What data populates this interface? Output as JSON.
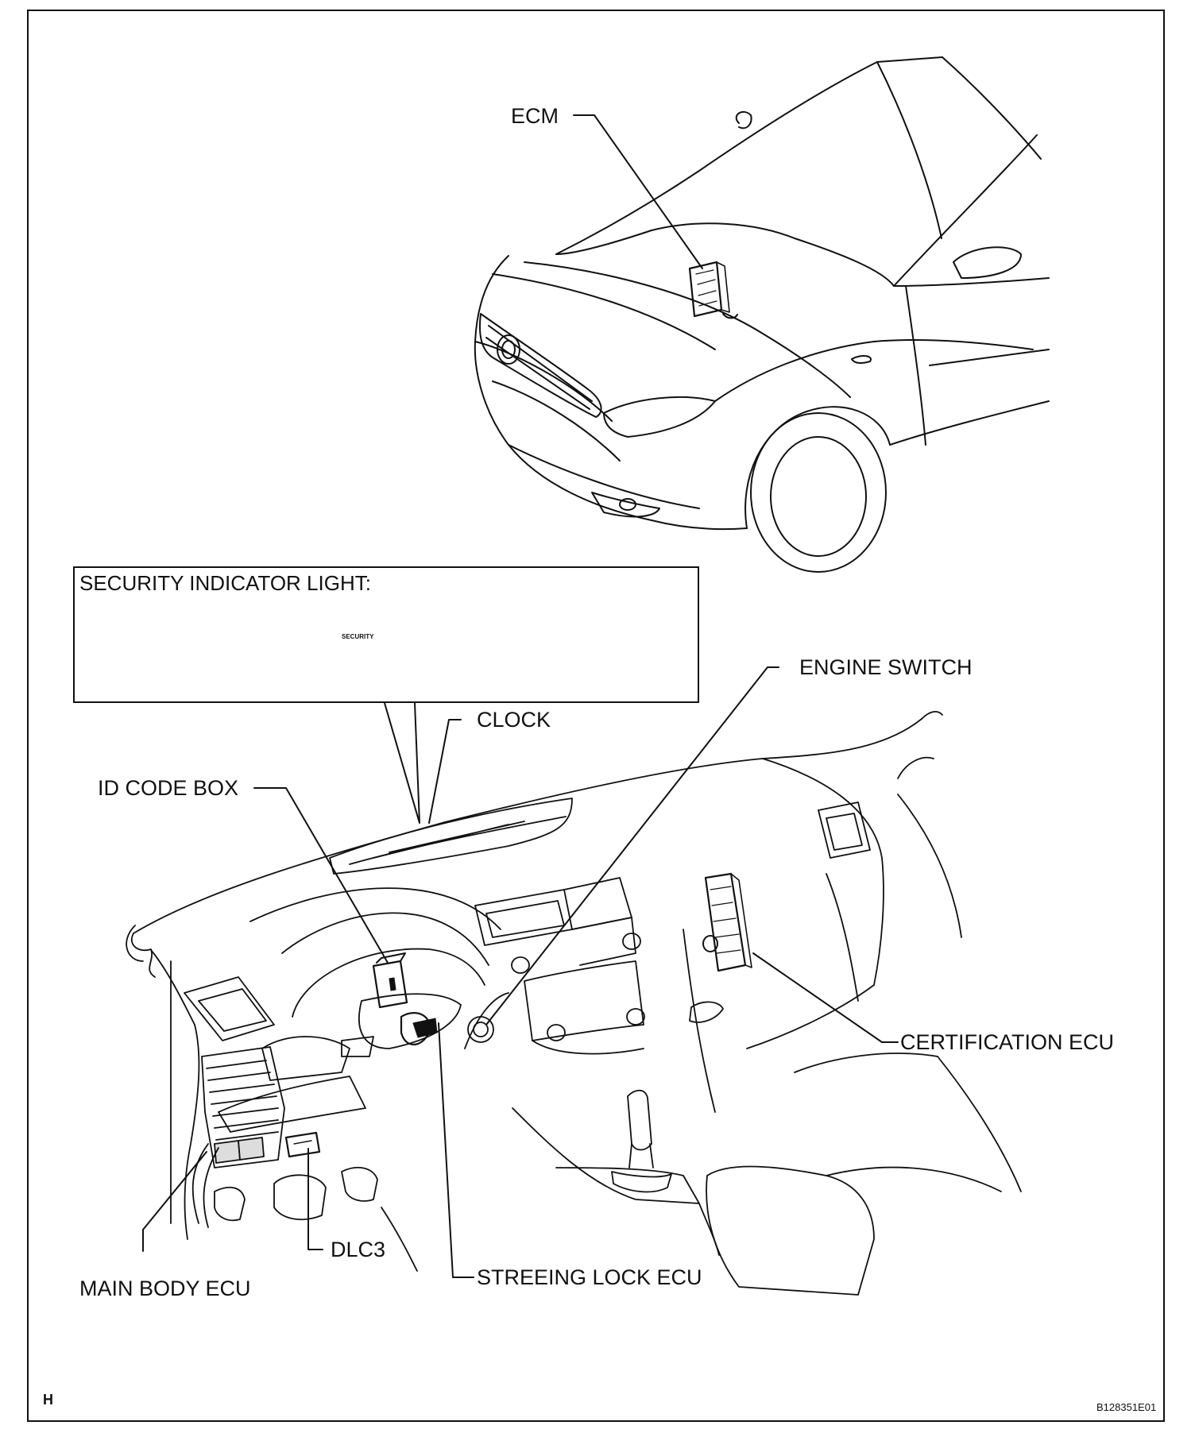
{
  "figure_code": "H",
  "figure_id": "B128351E01",
  "labels": {
    "ecm": "ECM",
    "security_indicator_light": "SECURITY INDICATOR LIGHT:",
    "security_panel_text": "SECURITY",
    "engine_switch": "ENGINE SWITCH",
    "clock": "CLOCK",
    "id_code_box": "ID CODE BOX",
    "certification_ecu": "CERTIFICATION ECU",
    "dlc3": "DLC3",
    "main_body_ecu": "MAIN BODY ECU",
    "steering_lock_ecu": "STREEING LOCK ECU"
  }
}
